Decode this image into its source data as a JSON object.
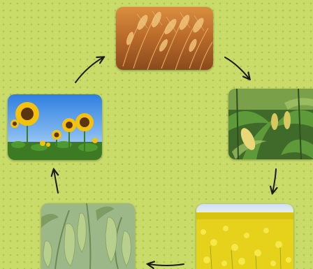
{
  "diagram": {
    "stages": [
      {
        "id": "wheat",
        "icon": "wheat-field-photo"
      },
      {
        "id": "corn",
        "icon": "corn-plant-photo"
      },
      {
        "id": "rapeseed",
        "icon": "rapeseed-field-photo"
      },
      {
        "id": "soybean",
        "icon": "soybean-pods-photo"
      },
      {
        "id": "sunflower",
        "icon": "sunflower-field-photo"
      }
    ],
    "cycle_order": [
      "wheat",
      "corn",
      "rapeseed",
      "soybean",
      "sunflower",
      "wheat"
    ],
    "colors": {
      "background": "#c9dc6a",
      "arrow": "#1a1a1a"
    }
  }
}
